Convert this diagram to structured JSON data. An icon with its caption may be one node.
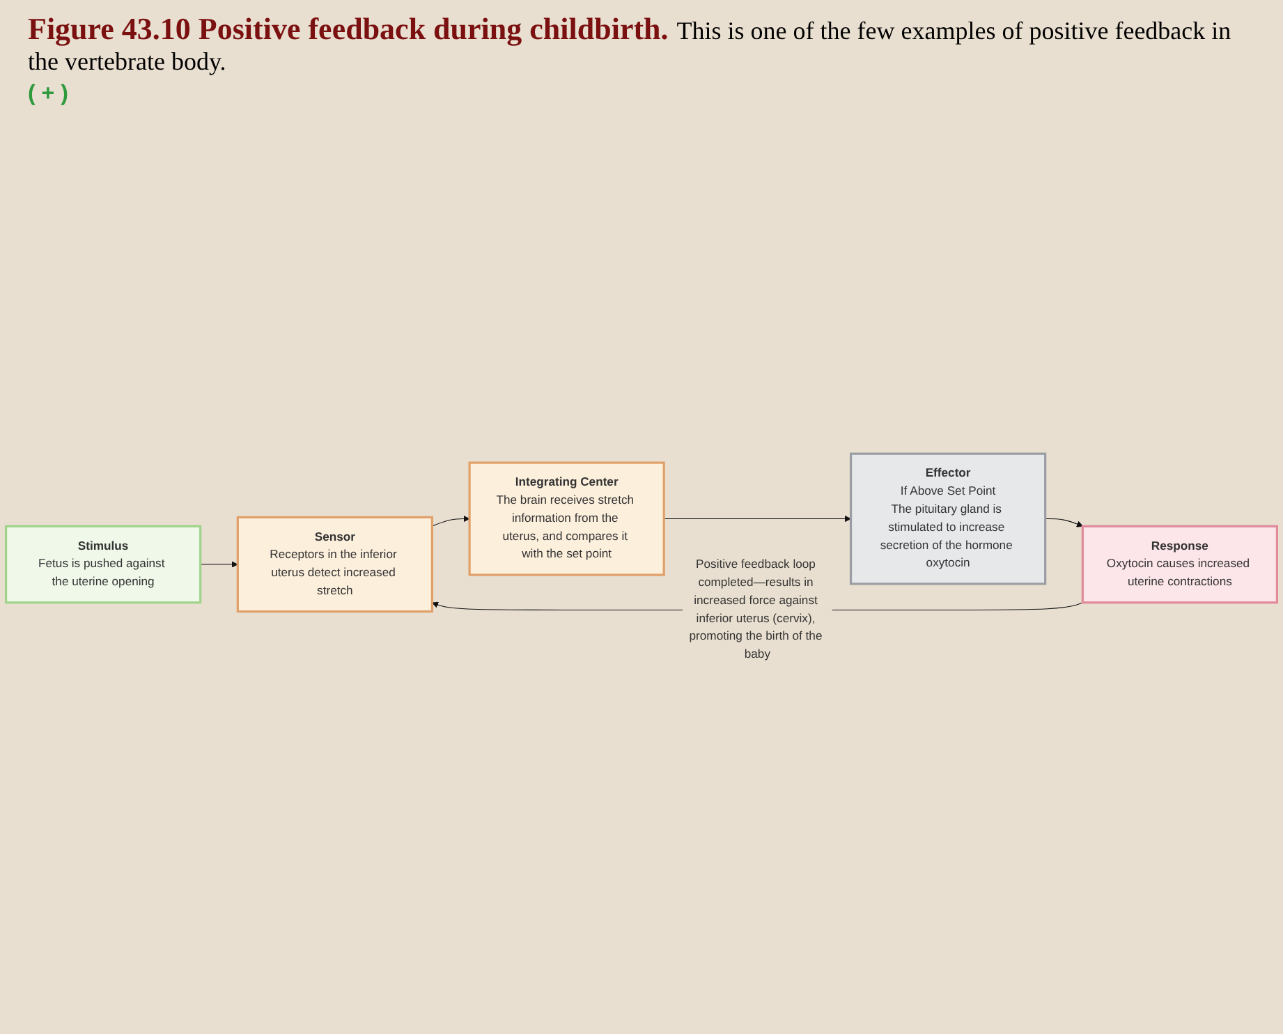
{
  "diagram": {
    "title": "Figure 43.10 Positive feedback during childbirth.",
    "caption": "This is one of the few examples of positive feedback in the vertebrate body.",
    "nodes": [
      {
        "text": [
          "Stimulus",
          "Fetus is pushed against the uterine opening"
        ]
      },
      {
        "text": [
          "Sensor",
          "Receptors in the inferior uterus detect increased stretch"
        ]
      },
      {
        "text": [
          "Integrating Center",
          "The brain receives stretch information from the uterus, and compares it with the set point"
        ]
      },
      {
        "text": [
          "Effector",
          "If Above Set Point",
          "The pituitary gland is stimulated to increase secretion of the hormone oxytocin"
        ]
      },
      {
        "text": [
          "Response",
          "Oxytocin causes increased uterine contractions"
        ]
      }
    ],
    "edges": [
      {
        "from": 0,
        "to": 1,
        "arrow": "to"
      },
      {
        "from": 1,
        "to": 2,
        "arrow": "to"
      },
      {
        "from": 2,
        "to": 3,
        "arrow": "to"
      },
      {
        "from": 3,
        "to": 4,
        "arrow": "to"
      },
      {
        "from": 4,
        "to": 1,
        "arrow": "to",
        "label": "Positive feedback loop completed—results in increased force against inferior uterus (cervix), promoting the birth of the baby"
      }
    ],
    "labels": [
      "( + )"
    ]
  }
}
